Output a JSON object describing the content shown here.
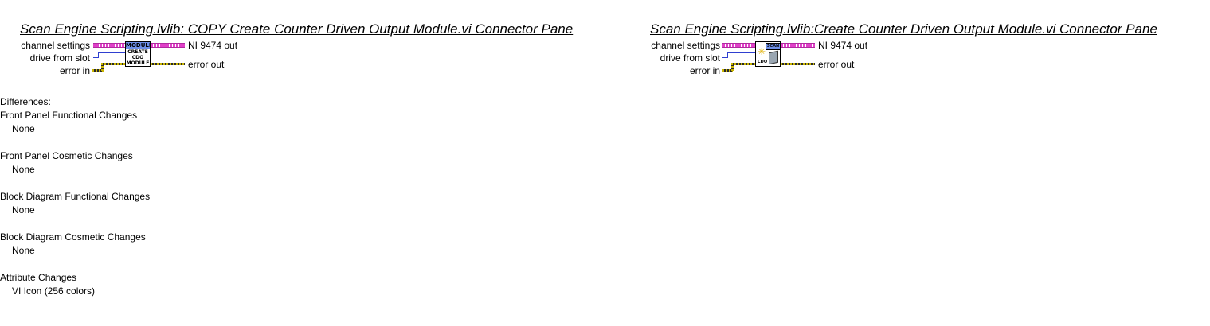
{
  "left_pane": {
    "title": "Scan Engine Scripting.lvlib:  COPY  Create Counter Driven Output Module.vi Connector Pane",
    "inputs": [
      "channel settings",
      "drive from slot",
      "error in"
    ],
    "outputs": [
      "NI 9474 out",
      "error out"
    ],
    "icon": {
      "band": "MODULE",
      "line1": "CREATE",
      "line2": "CDO",
      "line3": "MODULE"
    }
  },
  "right_pane": {
    "title": "Scan Engine Scripting.lvlib:Create Counter Driven Output Module.vi Connector Pane",
    "inputs": [
      "channel settings",
      "drive from slot",
      "error in"
    ],
    "outputs": [
      "NI 9474 out",
      "error out"
    ],
    "icon": {
      "badge": "SCAN",
      "sub": "CDO"
    }
  },
  "differences": {
    "heading": "Differences:",
    "sections": [
      {
        "title": "Front Panel Functional Changes",
        "value": "None"
      },
      {
        "title": "Front Panel Cosmetic Changes",
        "value": "None"
      },
      {
        "title": "Block Diagram Functional Changes",
        "value": "None"
      },
      {
        "title": "Block Diagram Cosmetic Changes",
        "value": "None"
      },
      {
        "title": "Attribute Changes",
        "value": "VI Icon (256 colors)"
      }
    ]
  },
  "colors": {
    "cluster_wire": "#e040c8",
    "numeric_wire": "#2f3fd0",
    "error_wire": "#c8b400",
    "icon_band": "#6e8fe8"
  }
}
